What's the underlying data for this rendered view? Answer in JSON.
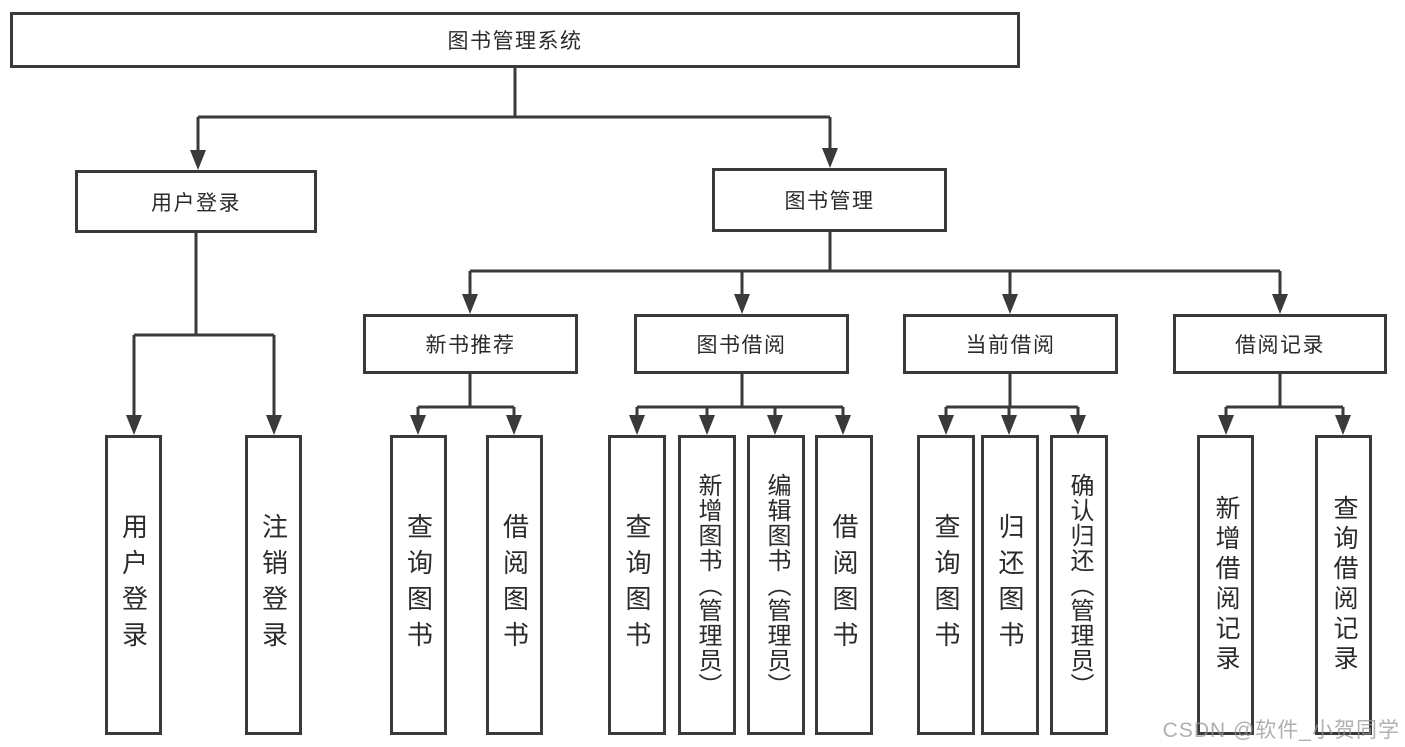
{
  "tree": {
    "root": "图书管理系统",
    "children": [
      {
        "label": "用户登录",
        "children": [
          "用户登录",
          "注销登录"
        ]
      },
      {
        "label": "图书管理",
        "children": [
          {
            "label": "新书推荐",
            "children": [
              "查询图书",
              "借阅图书"
            ]
          },
          {
            "label": "图书借阅",
            "children": [
              "查询图书",
              "新增图书（管理员）",
              "编辑图书（管理员）",
              "借阅图书"
            ]
          },
          {
            "label": "当前借阅",
            "children": [
              "查询图书",
              "归还图书",
              "确认归还（管理员）"
            ]
          },
          {
            "label": "借阅记录",
            "children": [
              "新增借阅记录",
              "查询借阅记录"
            ]
          }
        ]
      }
    ]
  },
  "watermark": {
    "text": "CSDN @软件_小贺同学"
  },
  "colors": {
    "line": "#3a3a3a",
    "box_border": "#3a3a3a",
    "text": "#2b2b2b",
    "background": "#ffffff",
    "watermark": "#a8a8a8"
  }
}
